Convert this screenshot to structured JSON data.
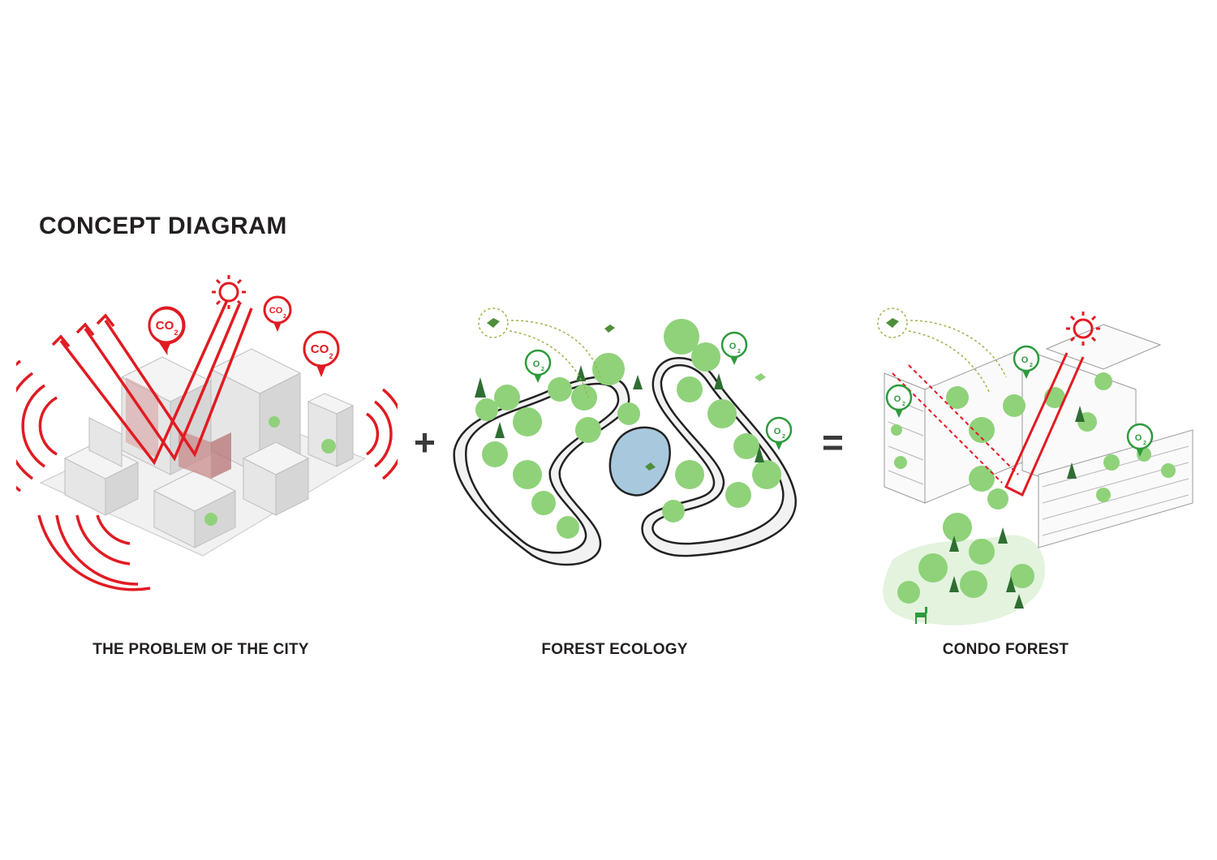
{
  "title": "CONCEPT DIAGRAM",
  "operators": {
    "plus": "+",
    "equals": "="
  },
  "panels": [
    {
      "caption": "THE PROBLEM OF THE CITY",
      "markers": [
        {
          "label": "CO",
          "sub": "2"
        },
        {
          "label": "CO",
          "sub": "2"
        },
        {
          "label": "CO",
          "sub": "2"
        }
      ]
    },
    {
      "caption": "FOREST ECOLOGY",
      "markers": [
        {
          "label": "O",
          "sub": "2"
        },
        {
          "label": "O",
          "sub": "2"
        },
        {
          "label": "O",
          "sub": "2"
        }
      ]
    },
    {
      "caption": "CONDO FOREST",
      "markers": [
        {
          "label": "O",
          "sub": "2"
        },
        {
          "label": "O",
          "sub": "2"
        },
        {
          "label": "O",
          "sub": "2"
        }
      ]
    }
  ],
  "colors": {
    "red": "#e11b22",
    "green": "#2e9a3c",
    "leaf": "#8fd27a",
    "water": "#a8c8de",
    "building": "#e6e6e6"
  }
}
